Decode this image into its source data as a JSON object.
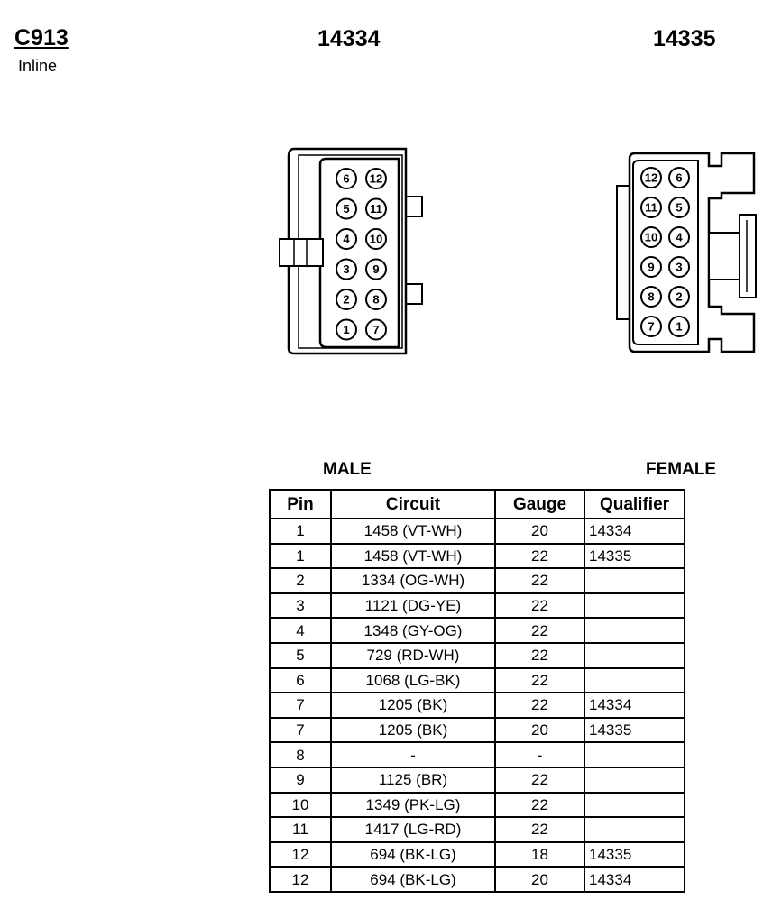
{
  "connector": {
    "id": "C913",
    "type": "Inline"
  },
  "parts": {
    "male_part": "14334",
    "female_part": "14335"
  },
  "labels": {
    "male": "MALE",
    "female": "FEMALE"
  },
  "male_face": {
    "rows": [
      [
        "6",
        "12"
      ],
      [
        "5",
        "11"
      ],
      [
        "4",
        "10"
      ],
      [
        "3",
        "9"
      ],
      [
        "2",
        "8"
      ],
      [
        "1",
        "7"
      ]
    ]
  },
  "female_face": {
    "rows": [
      [
        "12",
        "6"
      ],
      [
        "11",
        "5"
      ],
      [
        "10",
        "4"
      ],
      [
        "9",
        "3"
      ],
      [
        "8",
        "2"
      ],
      [
        "7",
        "1"
      ]
    ]
  },
  "table": {
    "headers": [
      "Pin",
      "Circuit",
      "Gauge",
      "Qualifier"
    ],
    "rows": [
      [
        "1",
        "1458 (VT-WH)",
        "20",
        "14334"
      ],
      [
        "1",
        "1458 (VT-WH)",
        "22",
        "14335"
      ],
      [
        "2",
        "1334 (OG-WH)",
        "22",
        ""
      ],
      [
        "3",
        "1121 (DG-YE)",
        "22",
        ""
      ],
      [
        "4",
        "1348 (GY-OG)",
        "22",
        ""
      ],
      [
        "5",
        "729 (RD-WH)",
        "22",
        ""
      ],
      [
        "6",
        "1068 (LG-BK)",
        "22",
        ""
      ],
      [
        "7",
        "1205 (BK)",
        "22",
        "14334"
      ],
      [
        "7",
        "1205 (BK)",
        "20",
        "14335"
      ],
      [
        "8",
        "-",
        "-",
        ""
      ],
      [
        "9",
        "1125 (BR)",
        "22",
        ""
      ],
      [
        "10",
        "1349 (PK-LG)",
        "22",
        ""
      ],
      [
        "11",
        "1417 (LG-RD)",
        "22",
        ""
      ],
      [
        "12",
        "694 (BK-LG)",
        "18",
        "14335"
      ],
      [
        "12",
        "694 (BK-LG)",
        "20",
        "14334"
      ]
    ]
  }
}
